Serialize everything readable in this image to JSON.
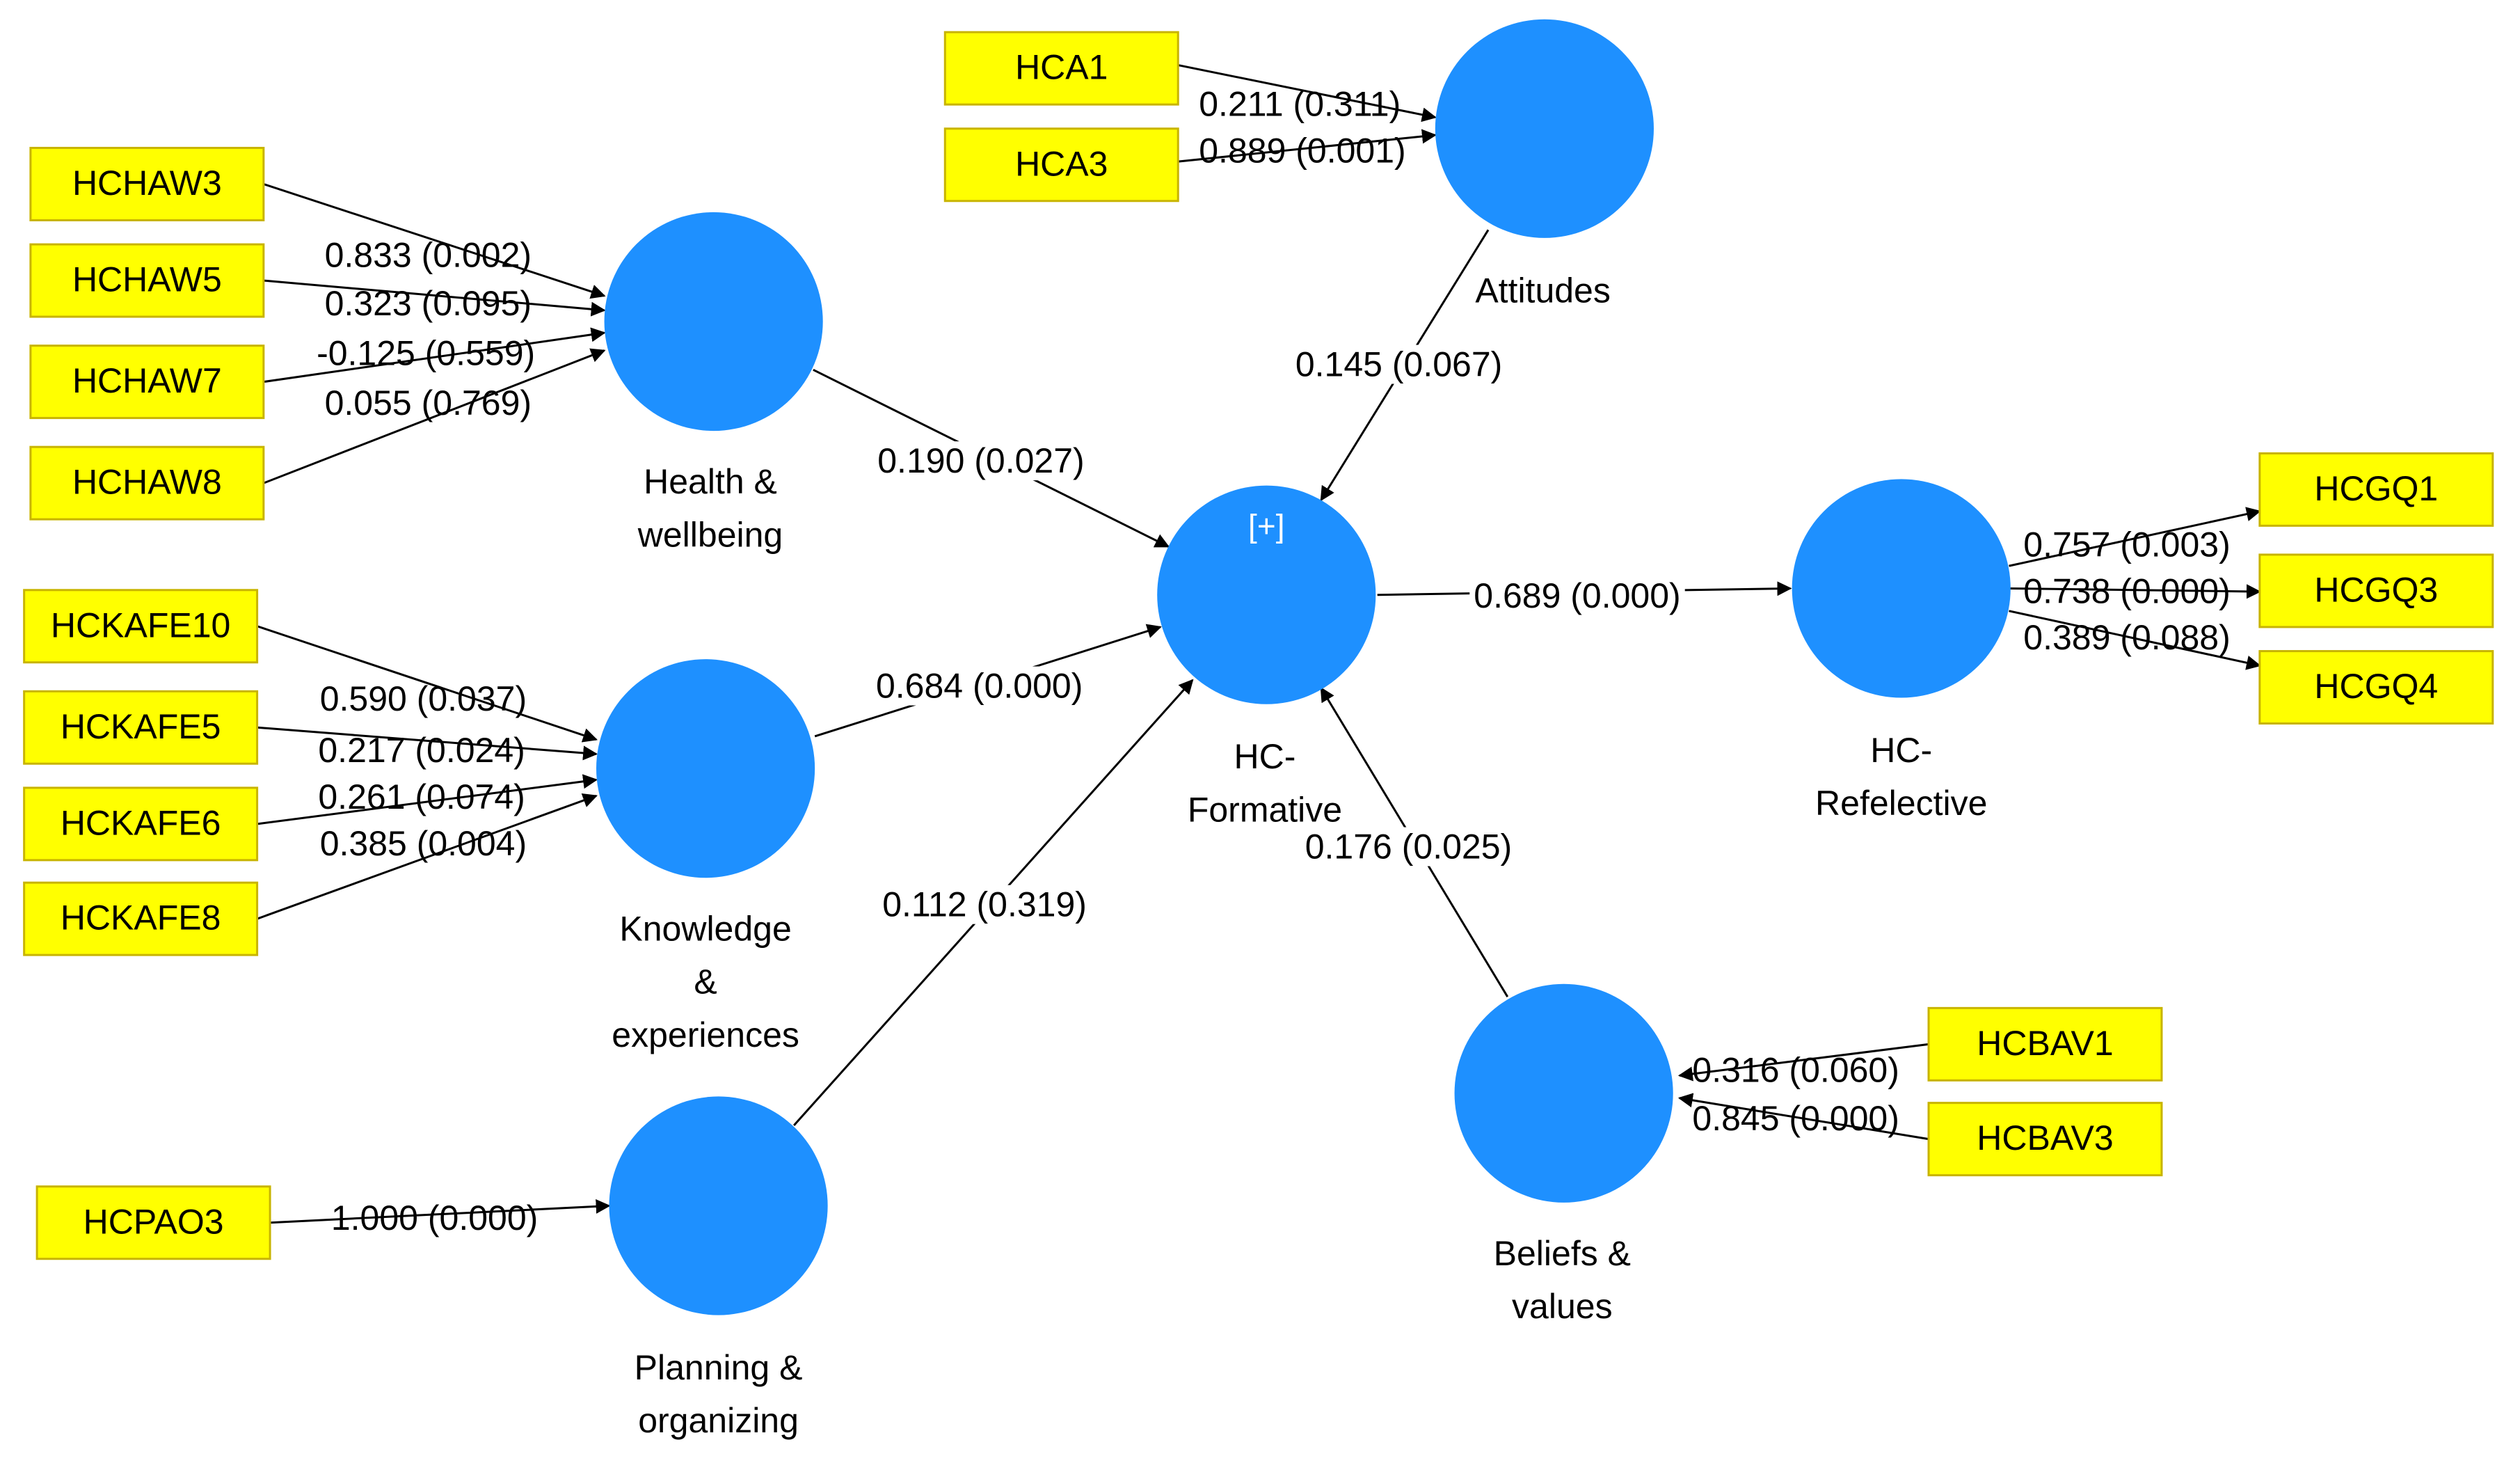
{
  "nodes": {
    "health": {
      "label": [
        "Health &",
        "wellbeing"
      ]
    },
    "knowledge": {
      "label": [
        "Knowledge",
        "&",
        "experiences"
      ]
    },
    "planning": {
      "label": [
        "Planning &",
        "organizing"
      ]
    },
    "attitudes": {
      "label": [
        "Attitudes"
      ]
    },
    "formative": {
      "label": [
        "HC-",
        "Formative"
      ],
      "badge": "[+]"
    },
    "reflective": {
      "label": [
        "HC-",
        "Refelective"
      ]
    },
    "beliefs": {
      "label": [
        "Beliefs &",
        "values"
      ]
    }
  },
  "indicators": {
    "HCHAW3": "HCHAW3",
    "HCHAW5": "HCHAW5",
    "HCHAW7": "HCHAW7",
    "HCHAW8": "HCHAW8",
    "HCKAFE10": "HCKAFE10",
    "HCKAFE5": "HCKAFE5",
    "HCKAFE6": "HCKAFE6",
    "HCKAFE8": "HCKAFE8",
    "HCPAO3": "HCPAO3",
    "HCA1": "HCA1",
    "HCA3": "HCA3",
    "HCGQ1": "HCGQ1",
    "HCGQ3": "HCGQ3",
    "HCGQ4": "HCGQ4",
    "HCBAV1": "HCBAV1",
    "HCBAV3": "HCBAV3"
  },
  "weights": {
    "HCHAW3": "0.833 (0.002)",
    "HCHAW5": "0.323 (0.095)",
    "HCHAW7": "-0.125 (0.559)",
    "HCHAW8": "0.055 (0.769)",
    "HCKAFE10": "0.590 (0.037)",
    "HCKAFE5": "0.217 (0.024)",
    "HCKAFE6": "0.261 (0.074)",
    "HCKAFE8": "0.385 (0.004)",
    "HCPAO3": "1.000 (0.000)",
    "HCA1": "0.211 (0.311)",
    "HCA3": "0.889 (0.001)",
    "HCGQ1": "0.757 (0.003)",
    "HCGQ3": "0.738 (0.000)",
    "HCGQ4": "0.389 (0.088)",
    "HCBAV1": "0.316 (0.060)",
    "HCBAV3": "0.845 (0.000)"
  },
  "paths": {
    "health_formative": "0.190 (0.027)",
    "knowledge_formative": "0.684 (0.000)",
    "planning_formative": "0.112 (0.319)",
    "attitudes_formative": "0.145 (0.067)",
    "beliefs_formative": "0.176 (0.025)",
    "formative_reflective": "0.689 (0.000)"
  },
  "colors": {
    "construct": "#1e90ff",
    "indicator": "#ffff00",
    "edge": "#000000"
  }
}
